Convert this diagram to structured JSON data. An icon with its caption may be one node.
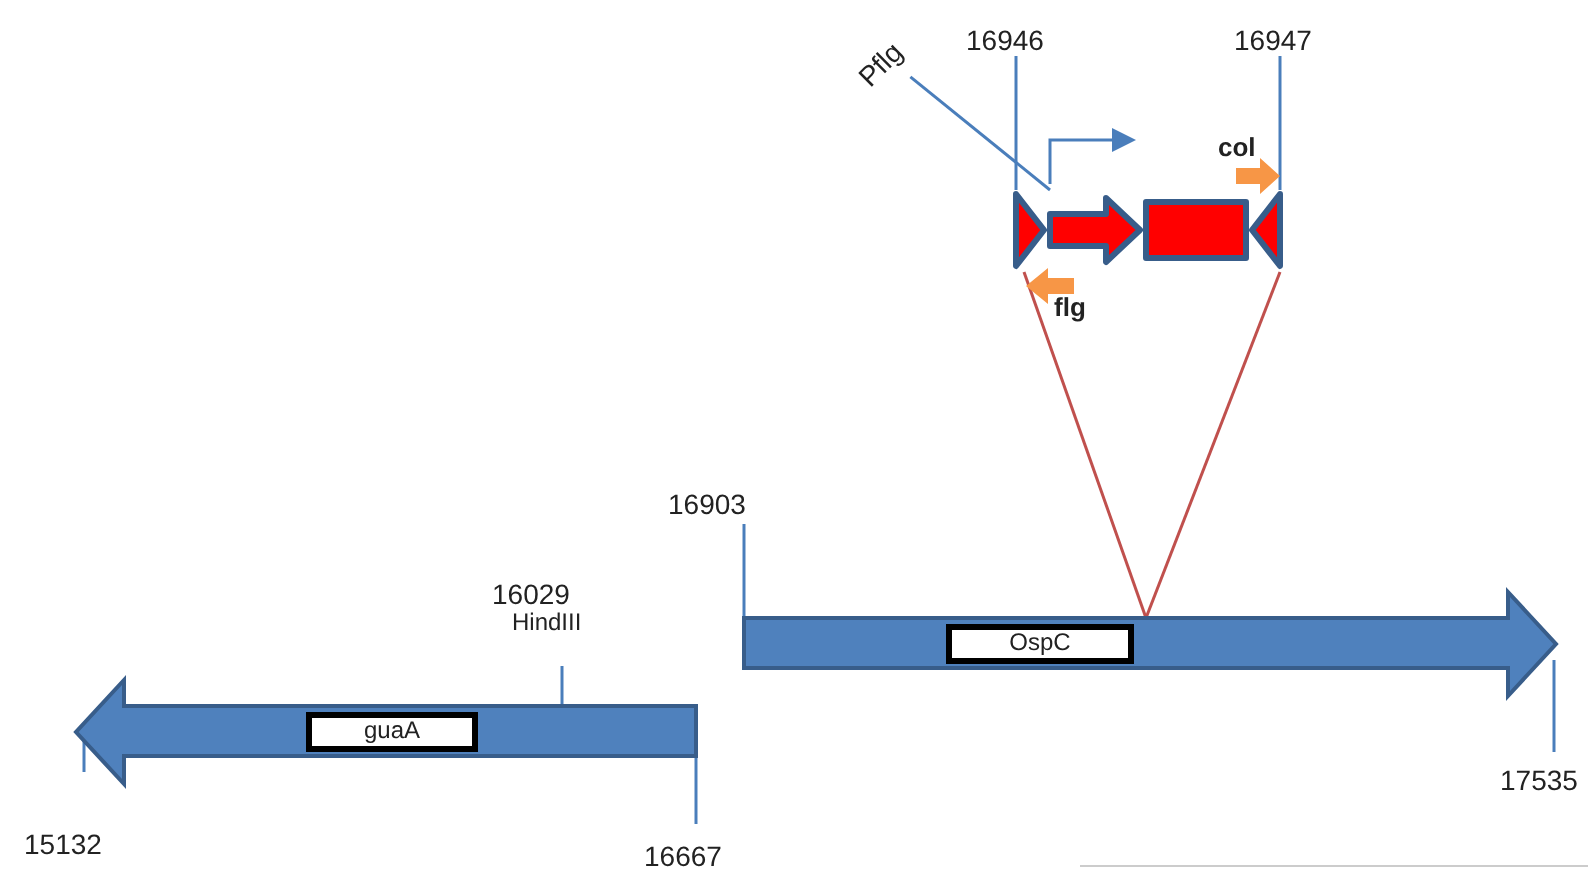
{
  "diagram": {
    "nodes": [
      {
        "text": [
          "guaA"
        ],
        "beside": [
          "16029",
          "HindIII",
          "15132",
          "16667"
        ]
      },
      {
        "text": [
          "OspC"
        ],
        "beside": [
          "16903",
          "17535"
        ]
      },
      {
        "text": [],
        "shape": "picture"
      },
      {
        "text": [
          "Pflg"
        ]
      },
      {
        "text": [
          "16946"
        ]
      },
      {
        "text": [
          "16947"
        ]
      }
    ],
    "edges": [
      {
        "from": 2,
        "to": 1,
        "arrow": "none",
        "color": "#c0504d"
      },
      {
        "from": 2,
        "to": 1,
        "arrow": "none",
        "color": "#c0504d"
      },
      {
        "from": 3,
        "to": 2,
        "arrow": "none"
      },
      {
        "from": 4,
        "to": 2,
        "arrow": "none"
      },
      {
        "from": 5,
        "to": 2,
        "arrow": "none"
      }
    ],
    "labels": [
      "col",
      "flg"
    ]
  }
}
